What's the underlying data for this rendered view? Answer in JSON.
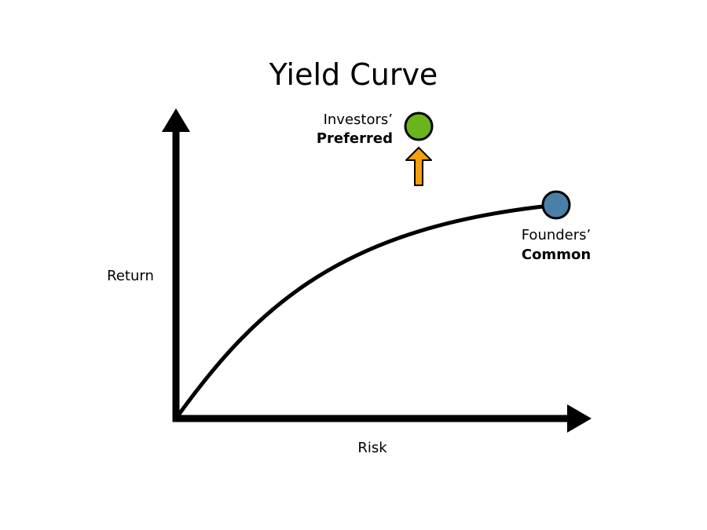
{
  "title": "Yield Curve",
  "axes": {
    "y_label": "Return",
    "x_label": "Risk"
  },
  "points": {
    "investors": {
      "line1": "Investors’",
      "line2": "Preferred",
      "color": "#6ab41c"
    },
    "founders": {
      "line1": "Founders’",
      "line2": "Common",
      "color": "#4a7fa8"
    }
  },
  "arrow_color": "#f5a00e"
}
